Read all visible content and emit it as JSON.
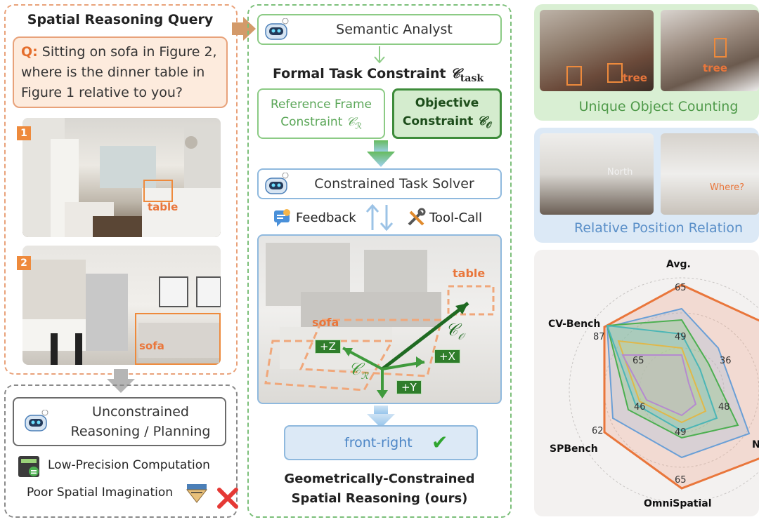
{
  "left": {
    "title": "Spatial Reasoning Query",
    "question_prefix": "Q:",
    "question_line1": " Sitting on sofa in Figure 2,",
    "question_line2": "where is the dinner table in",
    "question_line3": "Figure 1 relative to you?",
    "fig1_num": "1",
    "fig1_label": "table",
    "fig2_num": "2",
    "fig2_label": "sofa",
    "bottom_line1": "Unconstrained",
    "bottom_line2": "Reasoning / Planning",
    "low_precision": "Low-Precision Computation",
    "poor_imagination": "Poor Spatial Imagination"
  },
  "middle": {
    "semantic_analyst": "Semantic Analyst",
    "formal_constraint": "Formal Task Constraint ",
    "formal_symbol": "𝒞",
    "formal_sub": "task",
    "ref_frame_line1": "Reference Frame",
    "ref_frame_line2": "Constraint ",
    "ref_frame_symbol": "𝒞",
    "ref_frame_sub": "ℛ",
    "objective_line1": "Objective",
    "objective_line2": "Constraint ",
    "objective_symbol": "𝒞",
    "objective_sub": "𝒪",
    "solver": "Constrained Task Solver",
    "feedback": "Feedback",
    "tool_call": "Tool-Call",
    "scene_table": "table",
    "scene_sofa": "sofa",
    "axis_z": "+Z",
    "axis_x": "+X",
    "axis_y": "+Y",
    "co_label": "𝒞",
    "co_sub": "𝒪",
    "cr_label": "𝒞",
    "cr_sub": "ℛ",
    "answer": "front-right",
    "check": "✔",
    "bottom_line1": "Geometrically-Constrained",
    "bottom_line2": "Spatial Reasoning (ours)"
  },
  "right": {
    "counting_label": "Unique Object Counting",
    "tree1": "tree",
    "tree2": "tree",
    "relation_label": "Relative Position Relation",
    "north": "North",
    "where": "Where?",
    "radar": {
      "avg": "Avg.",
      "cvbench": "CV-Bench",
      "spbench": "SPBench",
      "omnispatial": "OmniSpatial",
      "n_partial": "N",
      "t65_top": "65",
      "t49_top": "49",
      "t87": "87",
      "t65_left": "65",
      "t36": "36",
      "t46": "46",
      "t48": "48",
      "t62": "62",
      "t49_bottom": "49",
      "t65_bottom": "65"
    }
  },
  "colors": {
    "orange": "#e9763b",
    "green": "#4f9a4a",
    "dark_green": "#1f6a22",
    "blue": "#5a8fc8"
  }
}
